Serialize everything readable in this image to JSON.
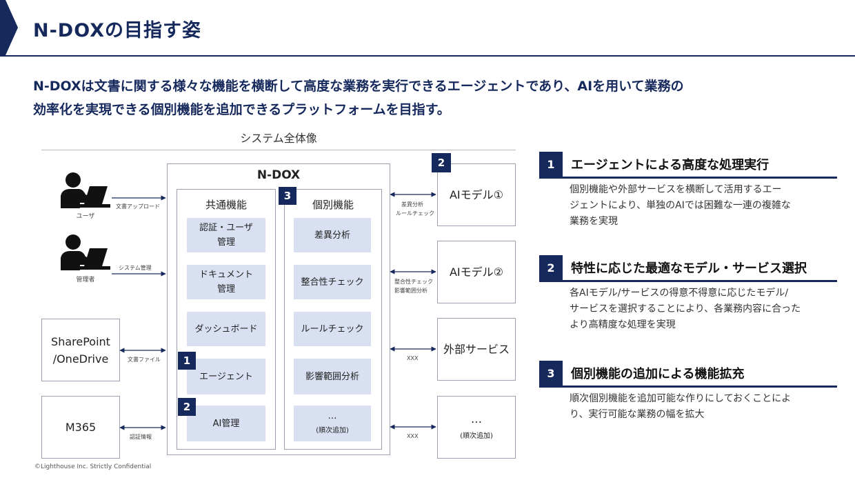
{
  "header": {
    "title": "N-DOXの目指す姿"
  },
  "lead": {
    "line1": "N-DOXは文書に関する様々な機能を横断して高度な業務を実行できるエージェントであり、AIを用いて業務の",
    "line2": "効率化を実現できる個別機能を追加できるプラットフォームを目指す。"
  },
  "diagram": {
    "title": "システム全体像",
    "ndox_label": "N-DOX",
    "users": [
      {
        "label": "ユーザ",
        "flow": "文書アップロード"
      },
      {
        "label": "管理者",
        "flow": "システム管理"
      }
    ],
    "left_systems": [
      {
        "line1": "SharePoint",
        "line2": "/OneDrive",
        "flow": "文書ファイル"
      },
      {
        "line1": "M365",
        "line2": "",
        "flow": "認証情報"
      }
    ],
    "common": {
      "label": "共通機能",
      "items": [
        {
          "line1": "認証・ユーザ",
          "line2": "管理"
        },
        {
          "line1": "ドキュメント",
          "line2": "管理"
        },
        {
          "line1": "ダッシュボード",
          "line2": ""
        },
        {
          "line1": "エージェント",
          "line2": "",
          "badge": "1"
        },
        {
          "line1": "AI管理",
          "line2": "",
          "badge": "2"
        }
      ]
    },
    "individual": {
      "label": "個別機能",
      "badge": "3",
      "items": [
        {
          "line1": "差異分析",
          "line2": ""
        },
        {
          "line1": "整合性チェック",
          "line2": ""
        },
        {
          "line1": "ルールチェック",
          "line2": ""
        },
        {
          "line1": "影響範囲分析",
          "line2": ""
        },
        {
          "line1": "…",
          "line2": "(順次追加)"
        }
      ]
    },
    "right_systems": [
      {
        "line1": "AIモデル①",
        "line2": "",
        "flow1": "差異分析",
        "flow2": "ルールチェック",
        "badge": "2"
      },
      {
        "line1": "AIモデル②",
        "line2": "",
        "flow1": "整合性チェック",
        "flow2": "影響範囲分析"
      },
      {
        "line1": "外部サービス",
        "line2": "",
        "flow1": "XXX",
        "flow2": ""
      },
      {
        "line1": "…",
        "line2": "(順次追加)",
        "flow1": "XXX",
        "flow2": ""
      }
    ]
  },
  "features": [
    {
      "num": "1",
      "title": "エージェントによる高度な処理実行",
      "lines": [
        "個別機能や外部サービスを横断して活用するエー",
        "ジェントにより、単独のAIでは困難な一連の複雑な",
        "業務を実現"
      ]
    },
    {
      "num": "2",
      "title": "特性に応じた最適なモデル・サービス選択",
      "lines": [
        "各AIモデル/サービスの得意不得意に応じたモデル/",
        "サービスを選択することにより、各業務内容に合った",
        "より高精度な処理を実現"
      ]
    },
    {
      "num": "3",
      "title": "個別機能の追加による機能拡充",
      "lines": [
        "順次個別機能を追加可能な作りにしておくことによ",
        "り、実行可能な業務の幅を拡大"
      ]
    }
  ],
  "footer": {
    "text": "©Lighthouse Inc. Strictly Confidential"
  },
  "colors": {
    "navy": "#16295c",
    "light_blue": "#d9e0f2",
    "border": "#9aa0ad"
  }
}
